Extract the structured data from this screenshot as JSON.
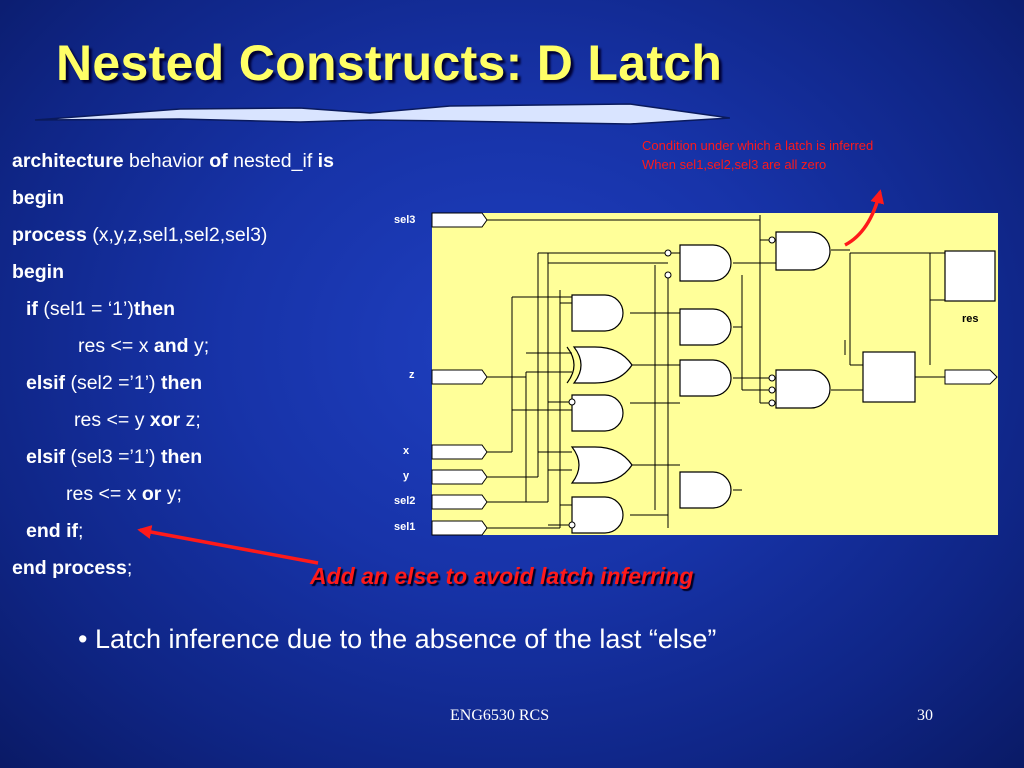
{
  "title": "Nested Constructs: D Latch",
  "code": {
    "l1": {
      "k1": "architecture",
      "t1": " behavior ",
      "k2": "of",
      "t2": " nested_if ",
      "k3": "is"
    },
    "l2": {
      "k1": "begin"
    },
    "l3": {
      "k1": "process",
      "t1": " (x,y,z,sel1,sel2,sel3)"
    },
    "l4": {
      "k1": "begin"
    },
    "l5": {
      "k1": "if",
      "t1": " (sel1 = ‘1’)",
      "k2": "then"
    },
    "l6": {
      "t1": "res <= x ",
      "k1": "and",
      "t2": " y;"
    },
    "l7": {
      "k1": "elsif",
      "t1": " (sel2 =’1’) ",
      "k2": "then"
    },
    "l8": {
      "t1": "res <= y ",
      "k1": "xor",
      "t2": " z;"
    },
    "l9": {
      "k1": "elsif",
      "t1": " (sel3 =’1’) ",
      "k2": "then"
    },
    "l10": {
      "t1": "res <= x ",
      "k1": "or",
      "t2": " y;"
    },
    "l11": {
      "k1": "end if",
      "t1": ";"
    },
    "l12": {
      "k1": "end process",
      "t1": ";"
    }
  },
  "note": {
    "line1": "Condition under which a latch is inferred",
    "line2": "When sel1,sel2,sel3 are all zero"
  },
  "schematic": {
    "signals": {
      "sel3": "sel3",
      "z": "z",
      "x": "x",
      "y": "y",
      "sel2": "sel2",
      "sel1": "sel1",
      "res": "res"
    }
  },
  "callout": "Add an else to avoid latch inferring",
  "bullet": "• Latch inference due to the absence of the last “else”",
  "footer": {
    "center": "ENG6530 RCS",
    "page": "30"
  },
  "colors": {
    "title": "#ffff66",
    "background": "#1733a8",
    "schematic_bg": "#ffff99",
    "annotation_red": "#ff1a1a"
  }
}
